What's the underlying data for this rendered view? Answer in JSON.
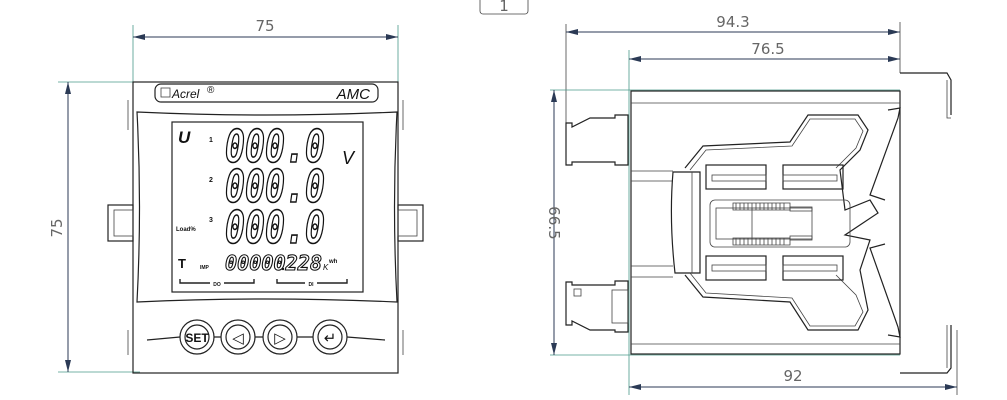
{
  "view_marker": "1",
  "front_view": {
    "width_dim": "75",
    "height_dim": "75",
    "brand": "Acrel",
    "brand_mark": "®",
    "model": "AMC",
    "lcd": {
      "param_symbol": "U",
      "row_indices": [
        "1",
        "2",
        "3"
      ],
      "rows": [
        "000.0",
        "000.0",
        "000.0"
      ],
      "unit": "V",
      "load_label": "Load%",
      "total_symbol": "T",
      "energy_tag": "IMP",
      "energy_value": "00000228",
      "energy_unit_k": "K",
      "energy_unit": "wh",
      "do_label": "DO",
      "di_label": "DI"
    },
    "buttons": [
      {
        "name": "set",
        "label": "SET"
      },
      {
        "name": "left",
        "label": "◁"
      },
      {
        "name": "right",
        "label": "▷"
      },
      {
        "name": "enter",
        "label": "↵"
      }
    ]
  },
  "side_view": {
    "overall_depth_dim": "94.3",
    "body_depth_dim": "76.5",
    "height_dim": "66.5",
    "bottom_depth_dim": "92"
  }
}
